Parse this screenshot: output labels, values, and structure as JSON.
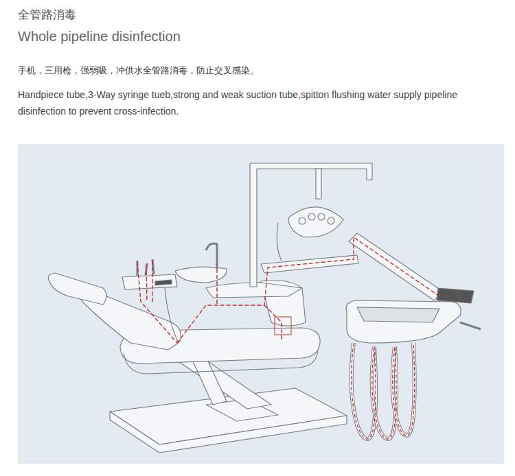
{
  "diagram": {
    "title": "全管路消毒",
    "labels": [
      "Whole pipeline disinfection",
      "手机，三用枪，强弱吸，冲供水全管路消毒，防止交叉感染。",
      "Handpiece tube,3-Way syringe tueb,strong and weak suction tube,spitton flushing water supply pipeline disinfection to prevent cross-infection."
    ]
  }
}
